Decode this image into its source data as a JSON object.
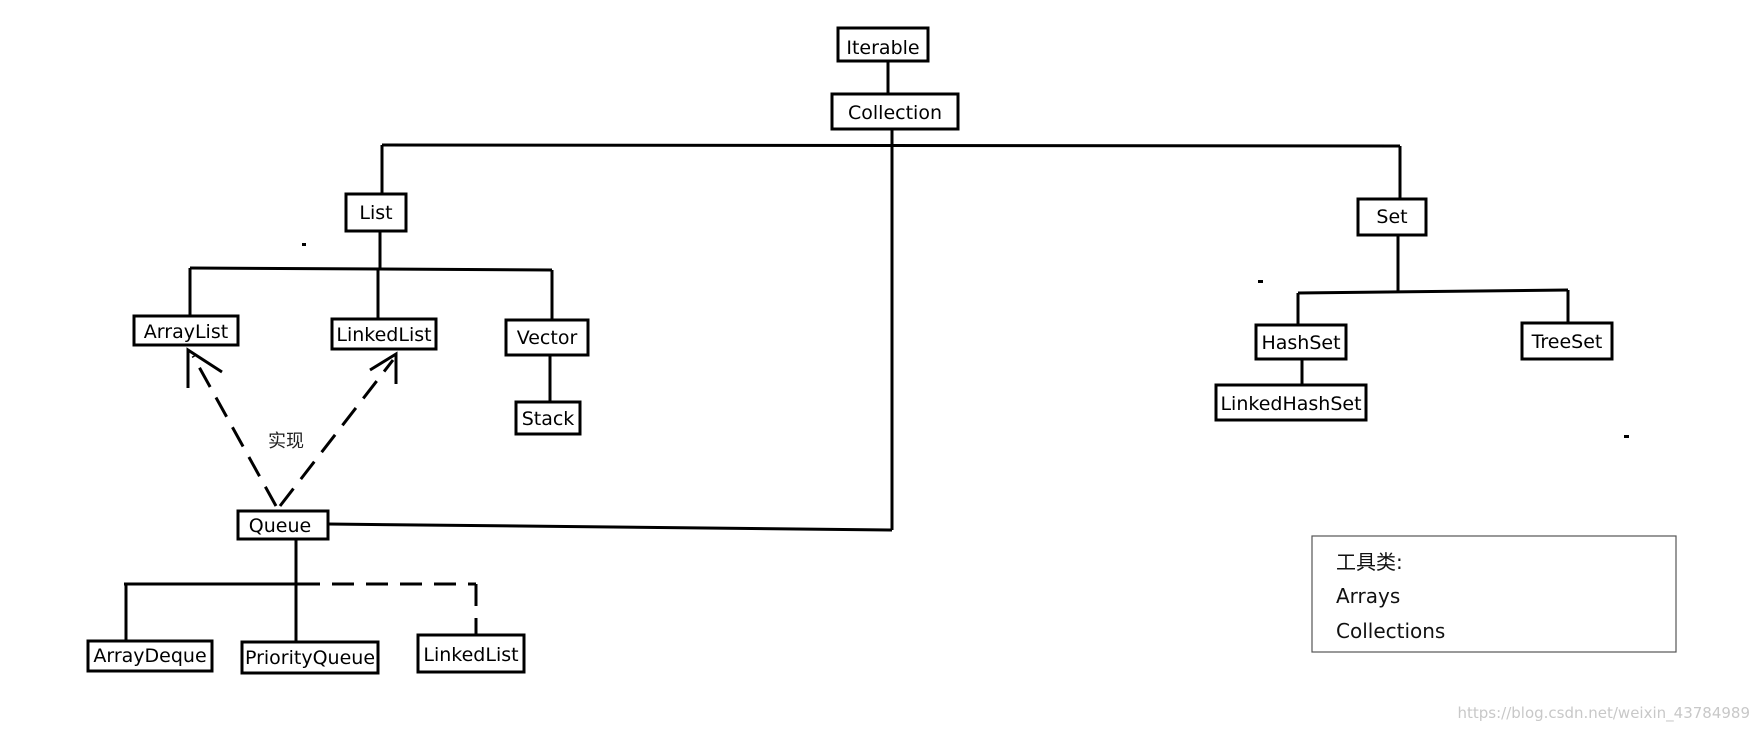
{
  "nodes": {
    "iterable": "Iterable",
    "collection": "Collection",
    "list": "List",
    "set": "Set",
    "arraylist": "ArrayList",
    "linkedlist": "LinkedList",
    "vector": "Vector",
    "stack": "Stack",
    "queue": "Queue",
    "arraydeque": "ArrayDeque",
    "priorityqueue": "PriorityQueue",
    "linkedlist_queue": "LinkedList",
    "hashset": "HashSet",
    "treeset": "TreeSet",
    "linkedhashset": "LinkedHashSet"
  },
  "edge_label": "实现",
  "note": {
    "title": "工具类:",
    "items": [
      "Arrays",
      "Collections"
    ]
  },
  "watermark": "https://blog.csdn.net/weixin_43784989"
}
